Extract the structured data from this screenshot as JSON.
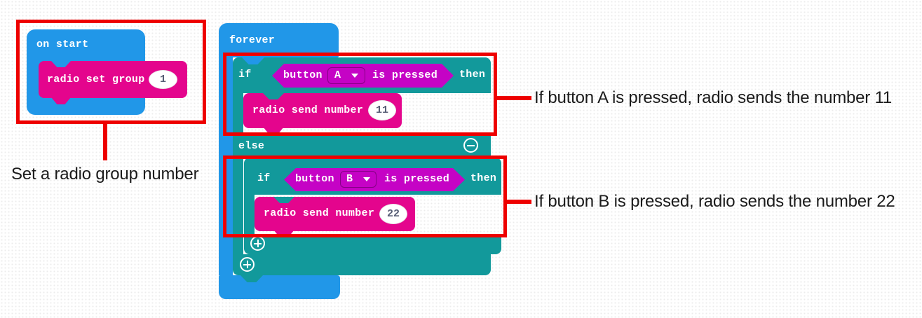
{
  "colors": {
    "basic_blue": "#2197E8",
    "logic_teal": "#12999B",
    "input_magenta": "#C503C5",
    "radio_pink": "#E4058D",
    "annotation_red": "#EE0000",
    "field_text": "#575E75"
  },
  "blocks": {
    "on_start": {
      "label": "on start",
      "radio_set_group": {
        "label": "radio set group",
        "value": "1"
      }
    },
    "forever": {
      "label": "forever"
    },
    "outer_if": {
      "if_label": "if",
      "then_label": "then",
      "else_label": "else",
      "condition": {
        "button_label": "button",
        "selected": "A",
        "pressed_label": "is pressed"
      },
      "radio_send": {
        "label": "radio send number",
        "value": "11"
      }
    },
    "inner_if": {
      "if_label": "if",
      "then_label": "then",
      "condition": {
        "button_label": "button",
        "selected": "B",
        "pressed_label": "is pressed"
      },
      "radio_send": {
        "label": "radio send number",
        "value": "22"
      }
    }
  },
  "icons": {
    "collapse_else": "minus-circle",
    "expand_outer_if": "plus-circle",
    "expand_inner_if": "plus-circle",
    "dropdown_caret": "caret-down"
  },
  "annotations": {
    "left_note": "Set a radio group number",
    "note_a": "If button A is pressed, radio sends the number 11",
    "note_b": "If button B is pressed, radio sends the number 22"
  }
}
